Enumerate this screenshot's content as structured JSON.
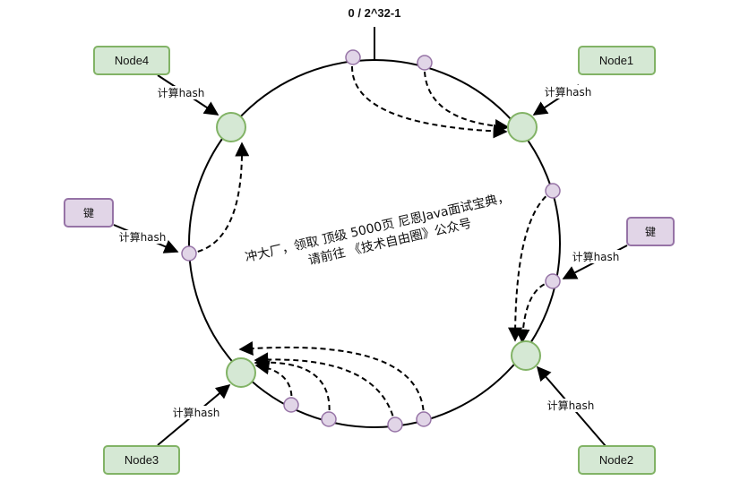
{
  "top_label": "0 / 2^32-1",
  "nodes": [
    {
      "id": "node1",
      "label": "Node1"
    },
    {
      "id": "node2",
      "label": "Node2"
    },
    {
      "id": "node3",
      "label": "Node3"
    },
    {
      "id": "node4",
      "label": "Node4"
    }
  ],
  "keys": [
    {
      "id": "key-left",
      "label": "键"
    },
    {
      "id": "key-right",
      "label": "键"
    }
  ],
  "hash_label": "计算hash",
  "watermark": {
    "line1": "冲大厂，领取 顶级 5000页 尼恩Java面试宝典，",
    "line2": "请前往 《技术自由圈》公众号"
  },
  "colors": {
    "node_fill": "#d5e8d4",
    "node_stroke": "#82b366",
    "key_fill": "#e1d5e7",
    "key_stroke": "#9673a6"
  }
}
